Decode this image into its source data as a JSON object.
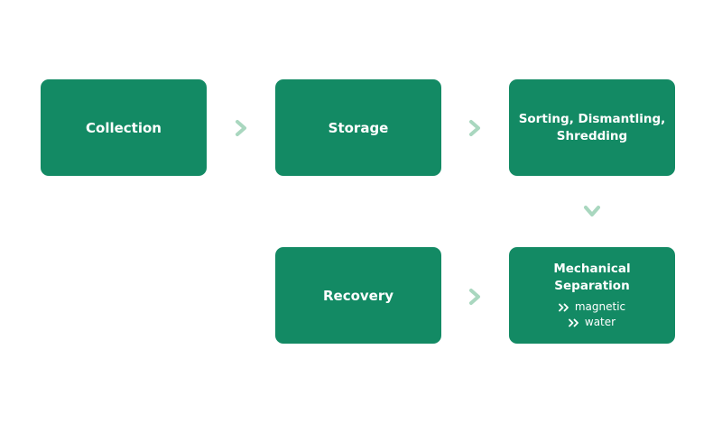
{
  "steps": {
    "collection": "Collection",
    "storage": "Storage",
    "sorting": "Sorting, Dismantling, Shredding",
    "recovery": "Recovery",
    "separation": {
      "title": "Mechanical Separation",
      "methods": [
        "magnetic",
        "water"
      ]
    }
  },
  "icons": {
    "flow_arrow": "chevron-icon",
    "method_bullet": "double-chevron-icon"
  },
  "colors": {
    "box": "#138a64",
    "arrow": "#a9d7bf",
    "text": "#ffffff"
  }
}
